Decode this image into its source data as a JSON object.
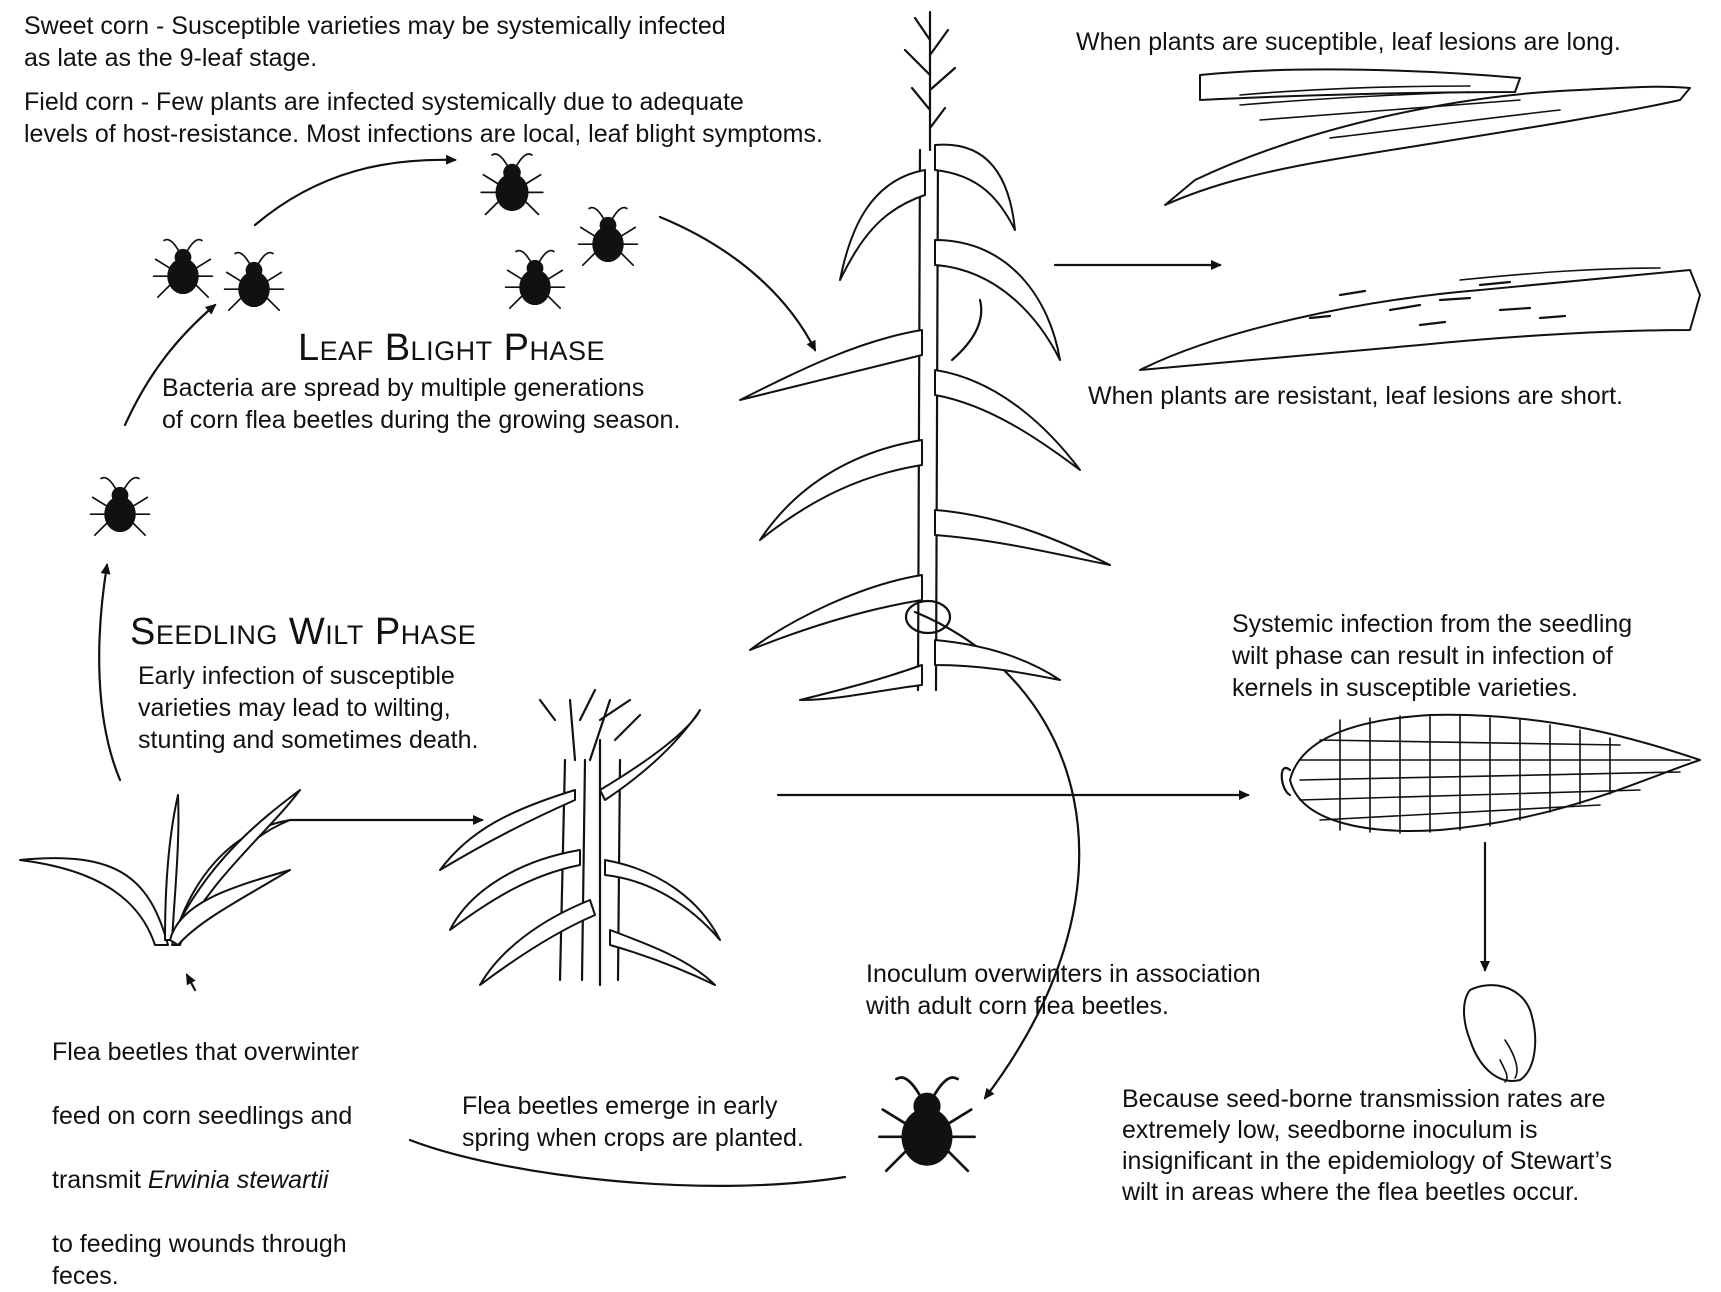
{
  "texts": {
    "sweet_corn": "Sweet corn - Susceptible varieties may be systemically infected\nas late as the 9-leaf stage.",
    "field_corn": "Field corn - Few plants are infected systemically due to adequate\nlevels of host-resistance. Most infections are local, leaf blight symptoms.",
    "leaf_blight_title": "Leaf Blight Phase",
    "leaf_blight_desc": "Bacteria are spread by multiple generations\nof corn flea beetles during the growing season.",
    "susceptible_lesions": "When plants are suceptible, leaf lesions are long.",
    "resistant_lesions": "When plants are resistant, leaf lesions are short.",
    "seedling_wilt_title": "Seedling Wilt Phase",
    "seedling_wilt_desc": "Early infection of susceptible\nvarieties may lead to wilting,\nstunting and sometimes death.",
    "systemic_infection": "Systemic infection from the seedling\nwilt phase can result in infection of\nkernels in susceptible varieties.",
    "overwinter_line1": "Flea beetles that overwinter",
    "overwinter_line2": "feed on corn seedlings and",
    "overwinter_transmit": "transmit ",
    "overwinter_species": "Erwinia stewartii",
    "overwinter_line4": "to feeding wounds through\nfeces.",
    "emerge": "Flea beetles emerge in early\nspring when crops are planted.",
    "inoculum": "Inoculum overwinters in association\nwith adult corn flea beetles.",
    "seedborne": "Because seed-borne transmission rates are\nextremely low, seedborne inoculum is\ninsignificant in the epidemiology of Stewart’s\nwilt in areas where the flea beetles occur."
  },
  "colors": {
    "ink": "#111111",
    "background": "#ffffff"
  }
}
